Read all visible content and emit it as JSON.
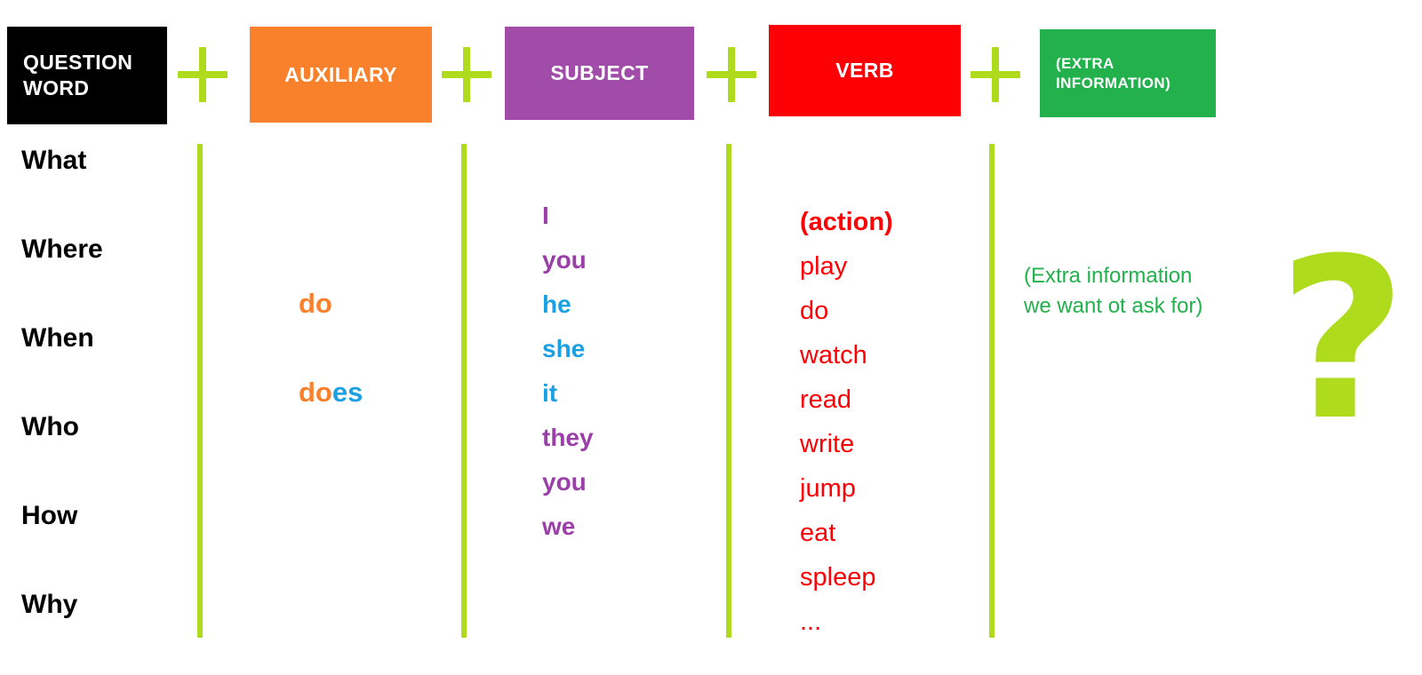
{
  "colors": {
    "black": "#000000",
    "orange": "#F9812B",
    "purple": "#A14CA8",
    "red": "#FC0005",
    "green": "#22B14C",
    "lime": "#AEDB1B",
    "blue": "#1BA0E2"
  },
  "headers": [
    {
      "id": "question-word",
      "label": "QUESTION WORD",
      "color": "#000000"
    },
    {
      "id": "auxiliary",
      "label": "AUXILIARY",
      "color": "#F9812B"
    },
    {
      "id": "subject",
      "label": "SUBJECT",
      "color": "#A14CA8"
    },
    {
      "id": "verb",
      "label": "VERB",
      "color": "#FC0005"
    },
    {
      "id": "extra-info",
      "label": "(EXTRA INFORMATION)",
      "color": "#22B14C"
    }
  ],
  "operators": [
    "+",
    "+",
    "+",
    "+"
  ],
  "question_words": [
    "What",
    "Where",
    "When",
    "Who",
    "How",
    "Why"
  ],
  "auxiliaries": [
    {
      "stem": "do",
      "suffix": ""
    },
    {
      "stem": "do",
      "suffix": "es"
    }
  ],
  "subjects": [
    {
      "text": "I",
      "color": "#9B3FA8"
    },
    {
      "text": "you",
      "color": "#9B3FA8"
    },
    {
      "text": "he",
      "color": "#1BA0E2"
    },
    {
      "text": "she",
      "color": "#1BA0E2"
    },
    {
      "text": "it",
      "color": "#1BA0E2"
    },
    {
      "text": "they",
      "color": "#9B3FA8"
    },
    {
      "text": "you",
      "color": "#9B3FA8"
    },
    {
      "text": "we",
      "color": "#9B3FA8"
    }
  ],
  "verbs": [
    {
      "text": "(action)",
      "bold": true
    },
    {
      "text": "play",
      "bold": false
    },
    {
      "text": "do",
      "bold": false
    },
    {
      "text": "watch",
      "bold": false
    },
    {
      "text": "read",
      "bold": false
    },
    {
      "text": "write",
      "bold": false
    },
    {
      "text": "jump",
      "bold": false
    },
    {
      "text": "eat",
      "bold": false
    },
    {
      "text": "spleep",
      "bold": false
    },
    {
      "text": "...",
      "bold": false
    }
  ],
  "extra_info": {
    "line1": "(Extra information",
    "line2": "we want ot ask for)"
  },
  "question_mark": "?"
}
